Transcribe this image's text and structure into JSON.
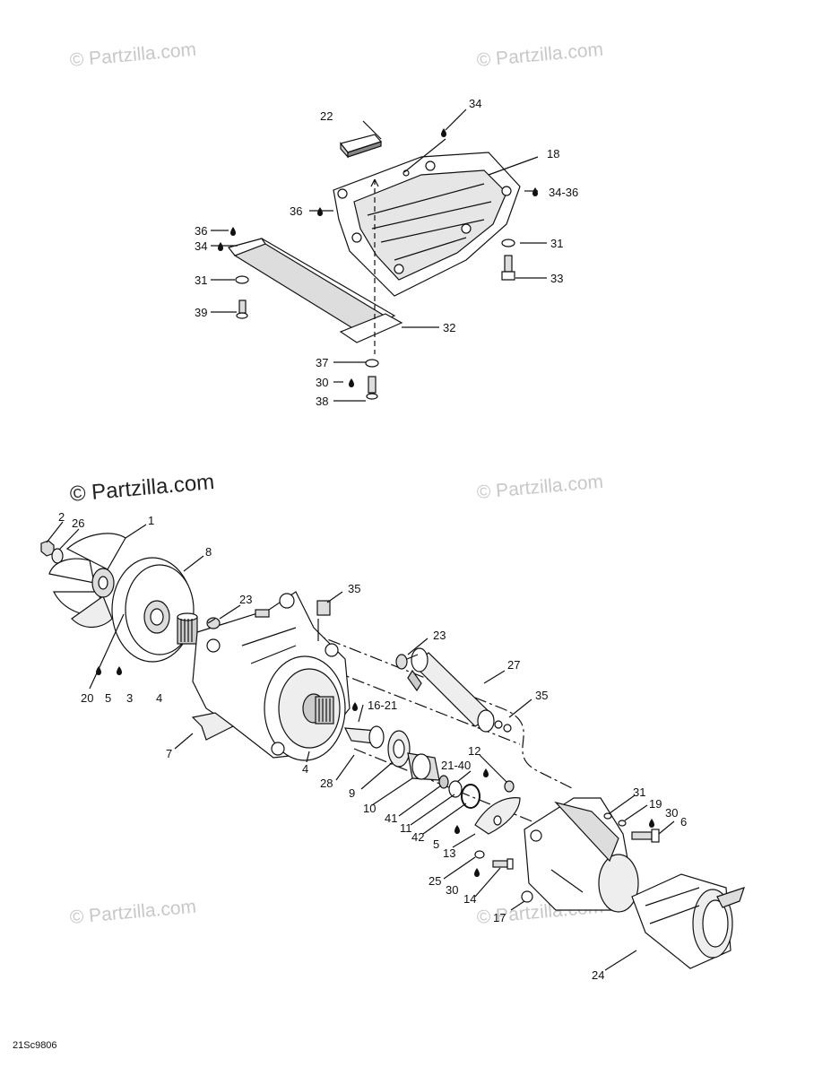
{
  "watermarks": {
    "tl": "© Partzilla.com",
    "tr": "© Partzilla.com",
    "mid": "© Partzilla.com",
    "mid_right": "© Partzilla.com",
    "bl": "© Partzilla.com",
    "br": "© Partzilla.com"
  },
  "drawing_code": "21Sc9806",
  "callouts_top": {
    "c34a": "34",
    "c22": "22",
    "c18": "18",
    "c36a": "36",
    "c34_36": "34-36",
    "c36b": "36",
    "c34b": "34",
    "c31a": "31",
    "c31b": "31",
    "c33": "33",
    "c39": "39",
    "c32": "32",
    "c37": "37",
    "c30a": "30",
    "c38": "38"
  },
  "callouts_bottom": {
    "c2": "2",
    "c26": "26",
    "c1": "1",
    "c8": "8",
    "c23a": "23",
    "c35a": "35",
    "c23b": "23",
    "c27": "27",
    "c35b": "35",
    "c16_21": "16-21",
    "c12": "12",
    "c21_40": "21-40",
    "c20": "20",
    "c5a": "5",
    "c3": "3",
    "c4a": "4",
    "c7": "7",
    "c4b": "4",
    "c28": "28",
    "c9": "9",
    "c10": "10",
    "c41": "41",
    "c11": "11",
    "c42": "42",
    "c5b": "5",
    "c13": "13",
    "c31": "31",
    "c19": "19",
    "c30b": "30",
    "c6": "6",
    "c25": "25",
    "c30c": "30",
    "c14": "14",
    "c17": "17",
    "c24": "24"
  },
  "colors": {
    "line": "#111111",
    "fill": "#ffffff",
    "shade": "#d9d9d9",
    "watermark": "#c8c8c8"
  }
}
